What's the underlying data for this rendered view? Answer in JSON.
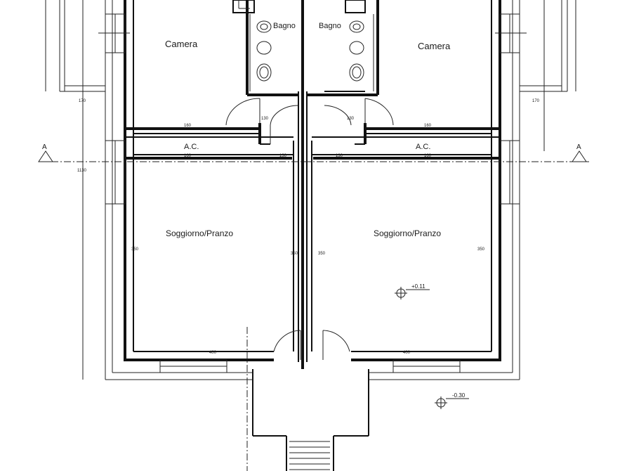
{
  "rooms": {
    "camera_left": "Camera",
    "camera_right": "Camera",
    "bagno_left": "Bagno",
    "bagno_right": "Bagno",
    "ac_left": "A.C.",
    "ac_right": "A.C.",
    "soggiorno_left": "Soggiorno/Pranzo",
    "soggiorno_right": "Soggiorno/Pranzo"
  },
  "section_marks": {
    "left": "A",
    "right": "A"
  },
  "levels": {
    "inner": "+0.11",
    "outer": "-0.30"
  },
  "dimensions": {
    "d1": "160",
    "d2": "160",
    "d3": "130",
    "d4": "130",
    "d5": "160",
    "d6": "160",
    "d7": "130",
    "d8": "130",
    "d9": "400",
    "d10": "400",
    "d11": "350",
    "d12": "350",
    "d13": "350",
    "d14": "350",
    "d15": "1130",
    "d16": "170",
    "d17": "170"
  }
}
